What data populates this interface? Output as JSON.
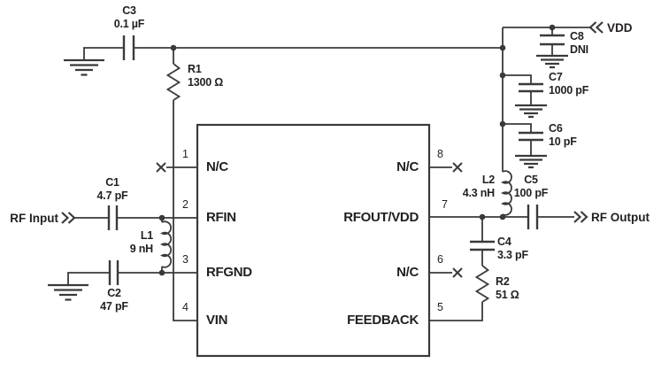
{
  "ports": {
    "rf_input": "RF Input",
    "rf_output": "RF Output",
    "vdd": "VDD"
  },
  "ic": {
    "pins_left": [
      {
        "number": "1",
        "name": "N/C"
      },
      {
        "number": "2",
        "name": "RFIN"
      },
      {
        "number": "3",
        "name": "RFGND"
      },
      {
        "number": "4",
        "name": "VIN"
      }
    ],
    "pins_right": [
      {
        "number": "8",
        "name": "N/C"
      },
      {
        "number": "7",
        "name": "RFOUT/VDD"
      },
      {
        "number": "6",
        "name": "N/C"
      },
      {
        "number": "5",
        "name": "FEEDBACK"
      }
    ]
  },
  "components": {
    "C3": {
      "ref": "C3",
      "value": "0.1 µF"
    },
    "R1": {
      "ref": "R1",
      "value": "1300 Ω"
    },
    "C1": {
      "ref": "C1",
      "value": "4.7 pF"
    },
    "L1": {
      "ref": "L1",
      "value": "9 nH"
    },
    "C2": {
      "ref": "C2",
      "value": "47 pF"
    },
    "C8": {
      "ref": "C8",
      "value": "DNI"
    },
    "C7": {
      "ref": "C7",
      "value": "1000 pF"
    },
    "C6": {
      "ref": "C6",
      "value": "10 pF"
    },
    "L2": {
      "ref": "L2",
      "value": "4.3 nH"
    },
    "C5": {
      "ref": "C5",
      "value": "100 pF"
    },
    "C4": {
      "ref": "C4",
      "value": "3.3 pF"
    },
    "R2": {
      "ref": "R2",
      "value": "51 Ω"
    }
  },
  "colors": {
    "line": "#3a3a3a",
    "text": "#231f20",
    "background": "#ffffff"
  }
}
